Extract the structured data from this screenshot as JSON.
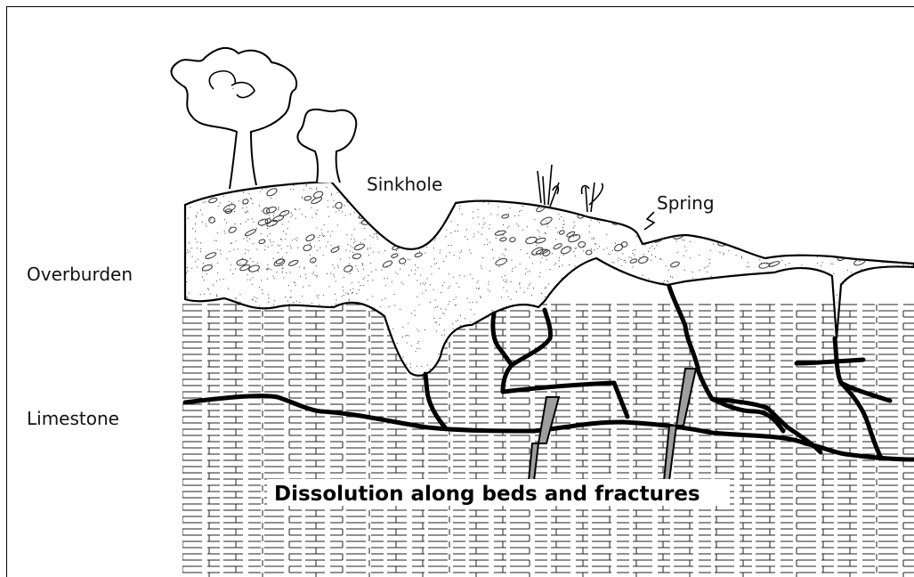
{
  "diagram": {
    "labels": {
      "overburden": "Overburden",
      "limestone": "Limestone",
      "sinkhole": "Sinkhole",
      "spring": "Spring",
      "caption": "Dissolution along beds and fractures"
    },
    "colors": {
      "ink": "#000000",
      "background": "#ffffff",
      "fault_fill": "#9e9e9e"
    }
  }
}
